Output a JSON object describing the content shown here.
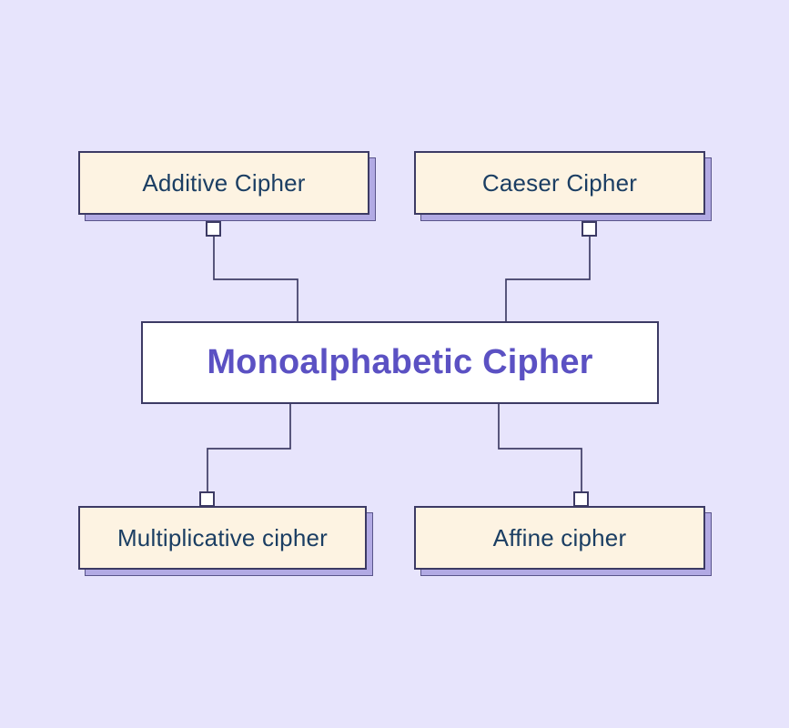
{
  "diagram": {
    "title_node": {
      "label": "Monoalphabetic Cipher"
    },
    "nodes": [
      {
        "label": "Additive Cipher"
      },
      {
        "label": "Caeser Cipher"
      },
      {
        "label": "Multiplicative cipher"
      },
      {
        "label": "Affine cipher"
      }
    ]
  },
  "colors": {
    "bg": "#e7e4fc",
    "node-fill": "#fdf3e2",
    "node-border": "#3c3a64",
    "node-text": "#1b3e63",
    "shadow-fill": "#b2aae4",
    "shadow-border": "#59548a",
    "center-fill": "#ffffff",
    "center-text": "#5b51c3",
    "wire": "#3f3d66"
  }
}
